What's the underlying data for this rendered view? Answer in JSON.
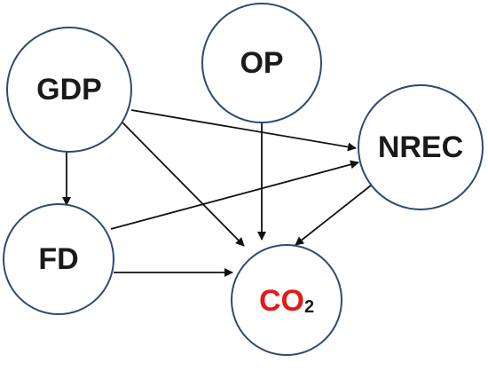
{
  "nodes": [
    {
      "id": "gdp",
      "label": "GDP"
    },
    {
      "id": "op",
      "label": "OP"
    },
    {
      "id": "nrec",
      "label": "NREC"
    },
    {
      "id": "fd",
      "label": "FD"
    },
    {
      "id": "co2",
      "label": "CO",
      "subscript": "2"
    }
  ],
  "edges": [
    {
      "from": "gdp",
      "to": "nrec"
    },
    {
      "from": "gdp",
      "to": "fd"
    },
    {
      "from": "gdp",
      "to": "co2"
    },
    {
      "from": "op",
      "to": "co2"
    },
    {
      "from": "fd",
      "to": "nrec"
    },
    {
      "from": "fd",
      "to": "co2"
    },
    {
      "from": "nrec",
      "to": "co2"
    }
  ],
  "colors": {
    "node_stroke": "#2f4a73",
    "co2_label": "#e11a1a",
    "edge": "#111111"
  }
}
